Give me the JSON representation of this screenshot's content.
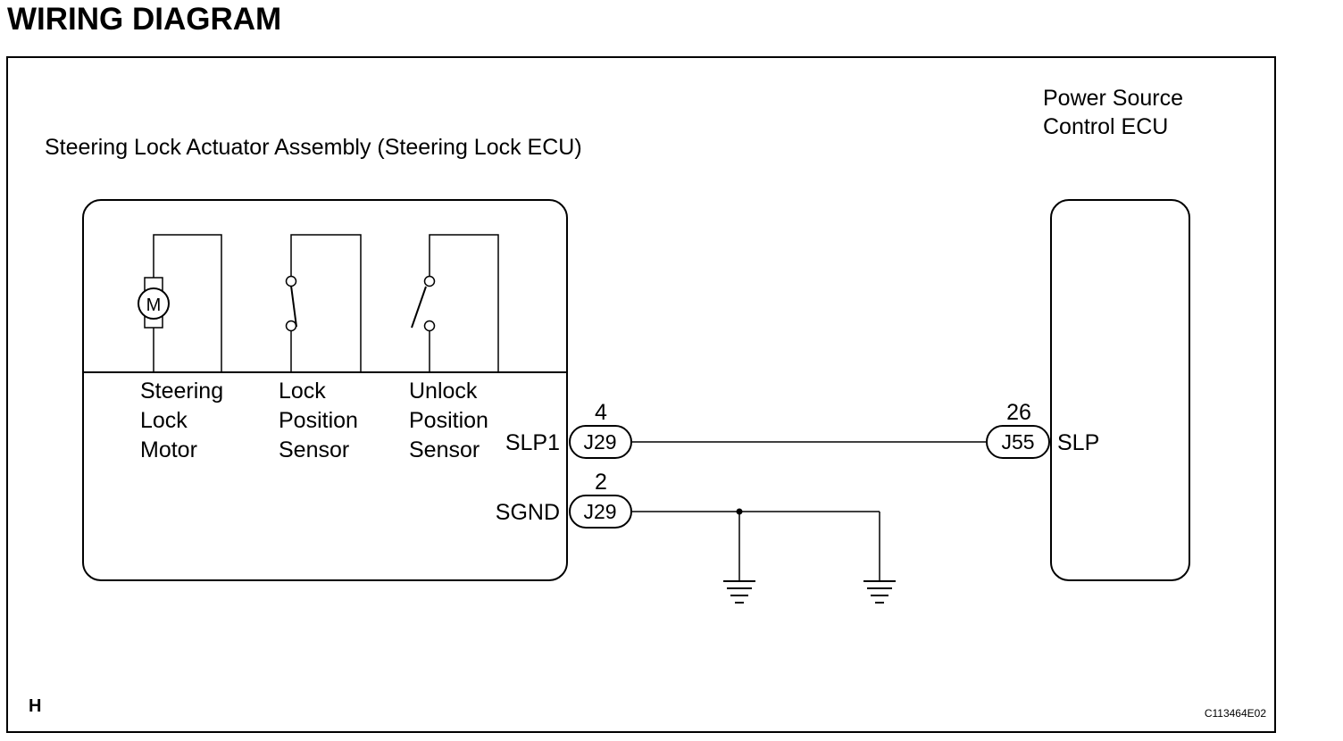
{
  "title": "WIRING DIAGRAM",
  "actuator": {
    "name": "Steering Lock Actuator Assembly (Steering Lock ECU)",
    "motor_symbol": "M",
    "components": [
      {
        "lines": [
          "Steering",
          "Lock",
          "Motor"
        ]
      },
      {
        "lines": [
          "Lock",
          "Position",
          "Sensor"
        ]
      },
      {
        "lines": [
          "Unlock",
          "Position",
          "Sensor"
        ]
      }
    ],
    "terminals": [
      {
        "name": "SLP1",
        "pin": "4",
        "connector": "J29"
      },
      {
        "name": "SGND",
        "pin": "2",
        "connector": "J29"
      }
    ]
  },
  "ecu": {
    "name_lines": [
      "Power Source",
      "Control ECU"
    ],
    "terminal": {
      "name": "SLP",
      "pin": "26",
      "connector": "J55"
    }
  },
  "footer": {
    "corner_letter": "H",
    "figure_code": "C113464E02"
  }
}
